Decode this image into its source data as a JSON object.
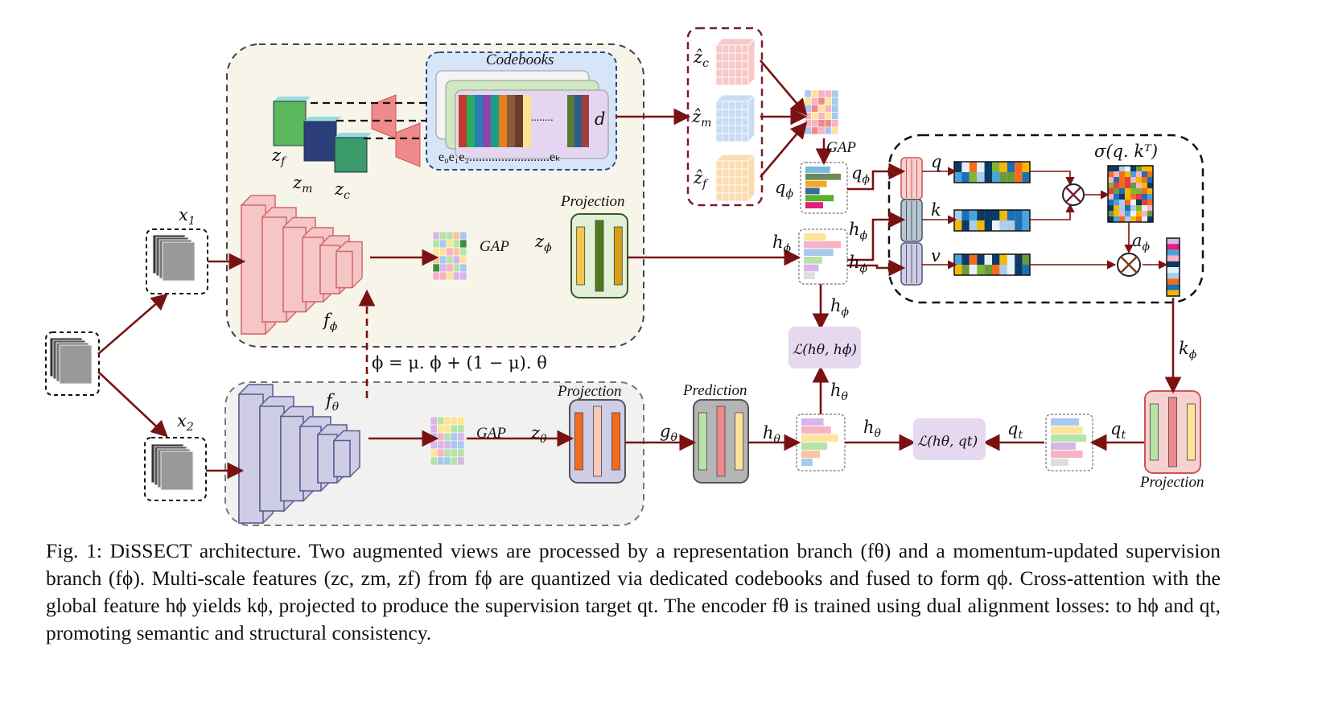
{
  "labels": {
    "codebooks": "Codebooks",
    "d": "d",
    "e_row": "e₀e₁e₂.........................eₖ",
    "dots": "........",
    "gap_top": "GAP",
    "gap_fuse": "GAP",
    "gap_bottom": "GAP",
    "projection_top": "Projection",
    "projection_bottom": "Projection",
    "projection_right": "Projection",
    "prediction": "Prediction",
    "x1": {
      "b": "x",
      "s": "1"
    },
    "x2": {
      "b": "x",
      "s": "2"
    },
    "zf": {
      "b": "z",
      "s": "f"
    },
    "zm": {
      "b": "z",
      "s": "m"
    },
    "zc": {
      "b": "z",
      "s": "c"
    },
    "zc_hat": {
      "b": "ẑ",
      "s": "c"
    },
    "zm_hat": {
      "b": "ẑ",
      "s": "m"
    },
    "zf_hat": {
      "b": "ẑ",
      "s": "f"
    },
    "f_phi": {
      "b": "f",
      "s": "ϕ"
    },
    "f_theta": {
      "b": "f",
      "s": "θ"
    },
    "z_phi": {
      "b": "z",
      "s": "ϕ"
    },
    "z_theta": {
      "b": "z",
      "s": "θ"
    },
    "g_theta": {
      "b": "g",
      "s": "θ"
    },
    "q_phi": {
      "b": "q",
      "s": "ϕ"
    },
    "h_phi": {
      "b": "h",
      "s": "ϕ"
    },
    "h_theta": {
      "b": "h",
      "s": "θ"
    },
    "k_phi": {
      "b": "k",
      "s": "ϕ"
    },
    "a_phi": {
      "b": "a",
      "s": "ϕ"
    },
    "q_t": {
      "b": "q",
      "s": "t"
    },
    "q": "q",
    "k": "k",
    "v": "v",
    "sigma": "σ(q. kᵀ)",
    "momentum": "ϕ = μ. ϕ + (1 − μ). θ",
    "loss_h": "ℒ(hθ, hϕ)",
    "loss_q": "ℒ(hθ, qt)"
  },
  "caption": "Fig. 1: DiSSECT architecture. Two augmented views are processed by a representation branch (fθ) and a momentum-updated supervision branch (fϕ). Multi-scale features (zc, zm, zf) from fϕ are quantized via dedicated codebooks and fused to form qϕ. Cross-attention with the global feature hϕ yields kϕ, projected to produce the supervision target qt. The encoder fθ is trained using dual alignment losses: to hϕ and qt, promoting semantic and structural consistency.",
  "colors": {
    "arrow": "#7a1212",
    "encoder_phi": "#f6c6c6",
    "encoder_theta": "#cfcde6",
    "codebook_bg": "#d7e5f8",
    "loss_bg": "#e6d8ee",
    "attention_palette": [
      "#0b3a66",
      "#4aa3df",
      "#a9cdea",
      "#e8f1f8",
      "#f5b800",
      "#f36b1c",
      "#6a9a3a",
      "#1b6fb5",
      "#7fb539"
    ],
    "feature_palette": [
      "#f7b2c4",
      "#b7e3a8",
      "#fde49a",
      "#a8c8ee",
      "#d8b6e8",
      "#3d8d3a",
      "#f7c59f"
    ]
  }
}
